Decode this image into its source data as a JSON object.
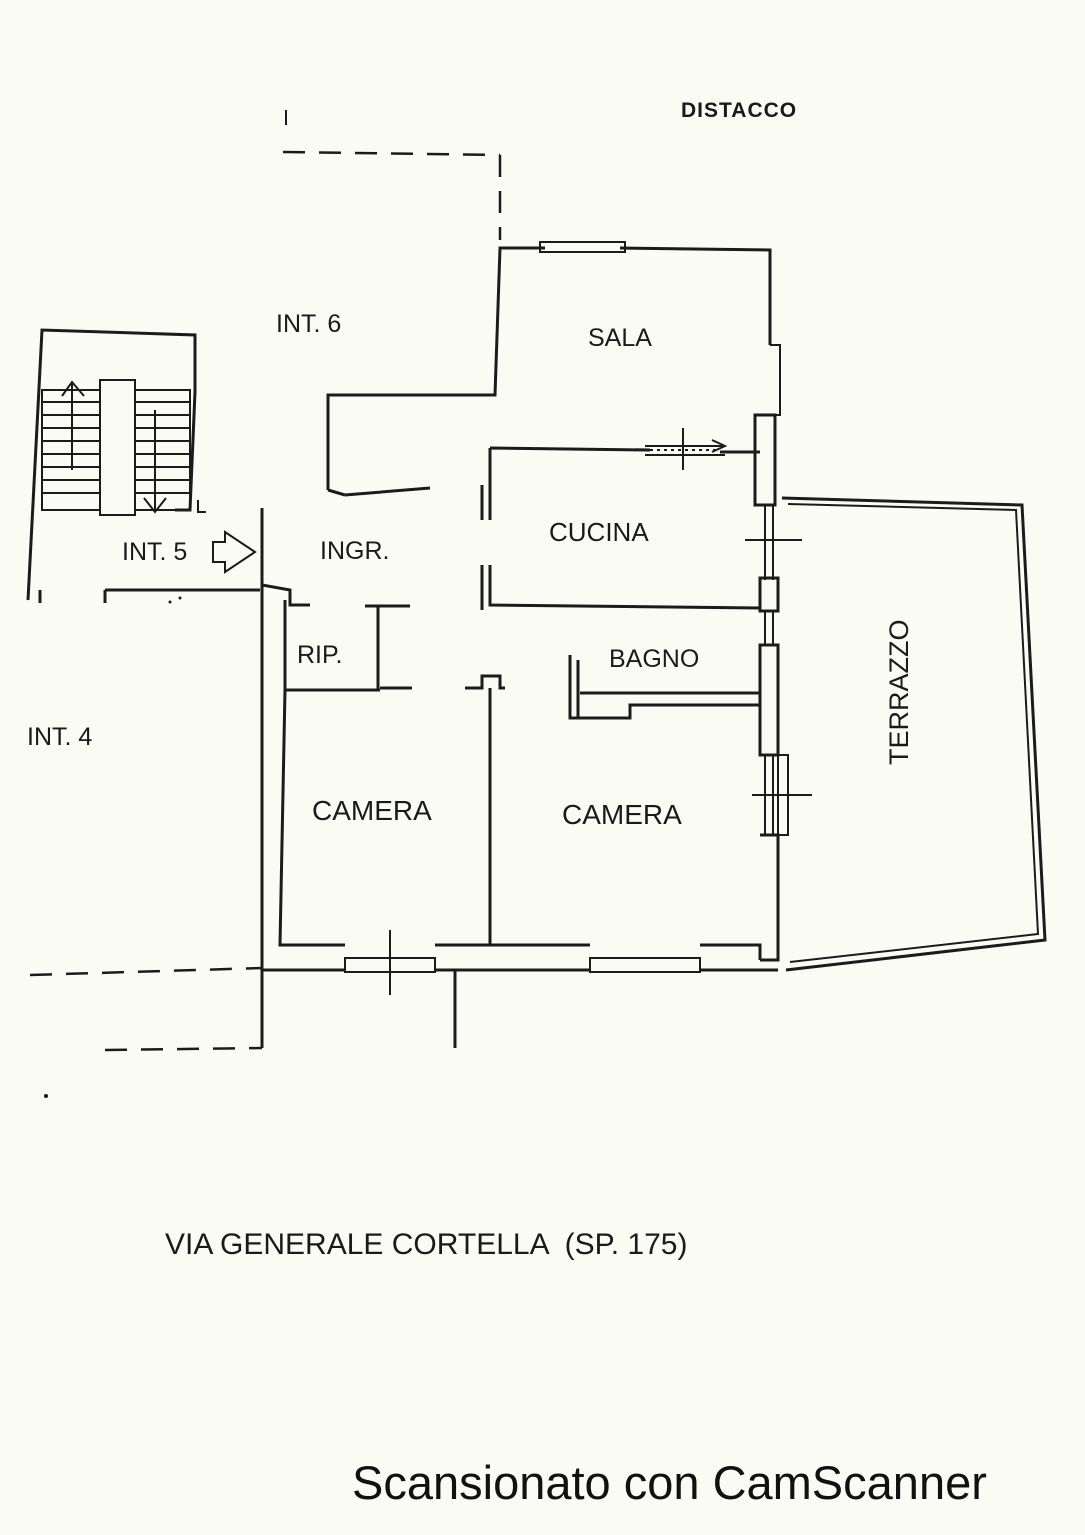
{
  "labels": {
    "distacco": "DISTACCO",
    "int6": "INT. 6",
    "int5": "INT. 5",
    "int4": "INT. 4",
    "sala": "SALA",
    "cucina": "CUCINA",
    "ingr": "INGR.",
    "rip": "RIP.",
    "bagno": "BAGNO",
    "camera_left": "CAMERA",
    "camera_right": "CAMERA",
    "terrazzo": "TERRAZZO"
  },
  "street": "VIA GENERALE CORTELLA  (SP. 175)",
  "footer": "Scansionato con CamScanner",
  "colors": {
    "ink": "#1b1b1b",
    "paper": "#fbfbf6"
  }
}
